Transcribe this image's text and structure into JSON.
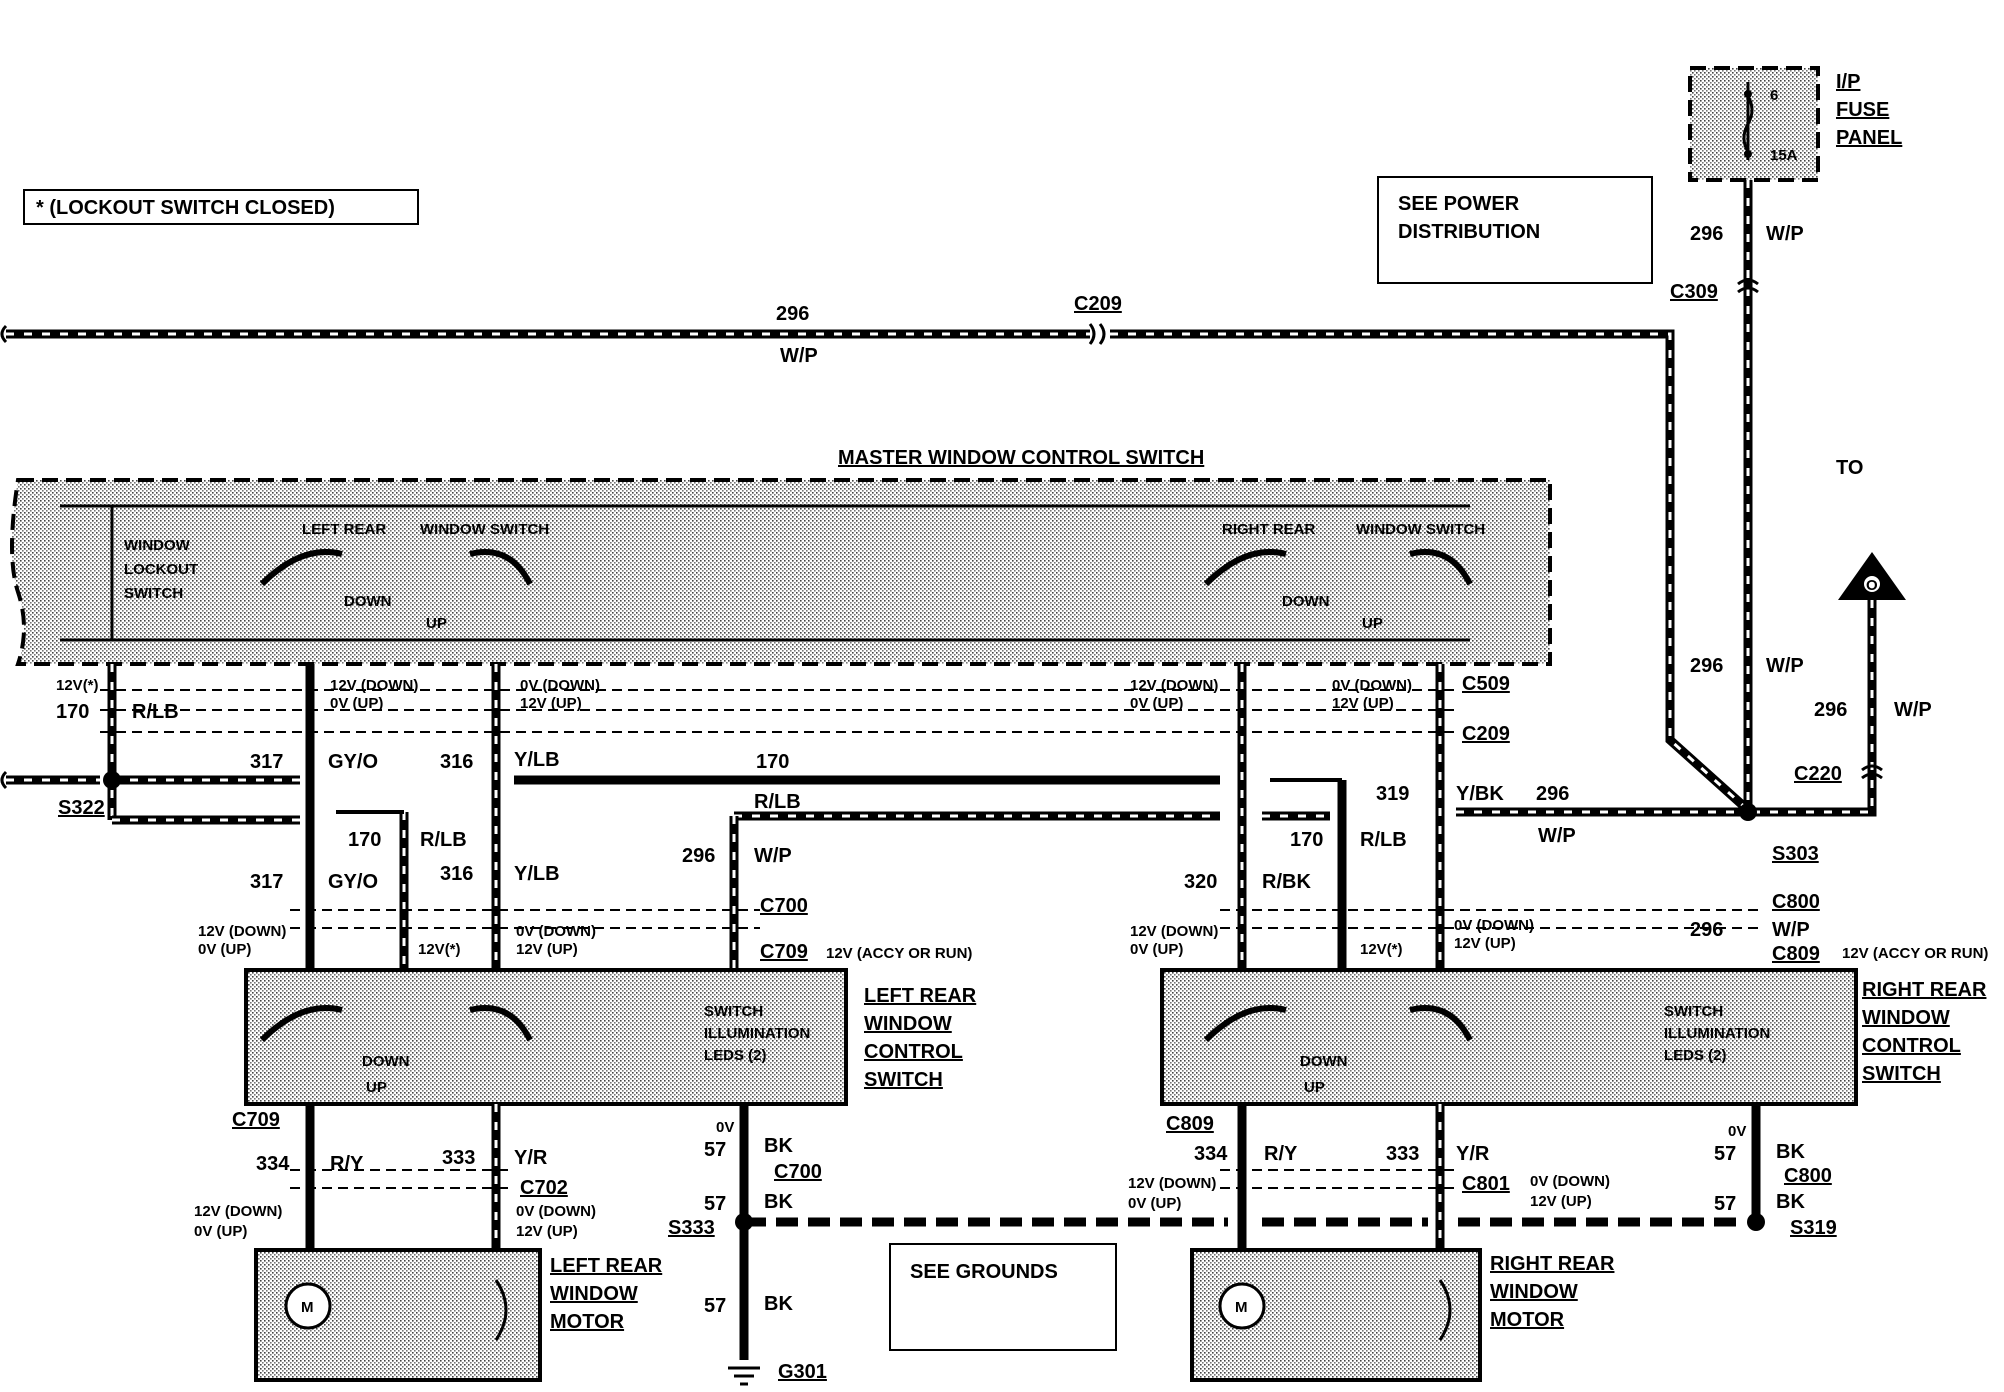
{
  "lockout_note": "*  (LOCKOUT SWITCH CLOSED)",
  "power_note": {
    "line1": "SEE POWER",
    "line2": "DISTRIBUTION"
  },
  "grounds_note": "SEE GROUNDS",
  "fuse_panel": {
    "line1": "I/P",
    "line2": "FUSE",
    "line3": "PANEL",
    "fuse_number": "6",
    "fuse_rating": "15A"
  },
  "to_label": "TO",
  "ref_symbol": "O",
  "master_switch": {
    "title": "MASTER WINDOW CONTROL SWITCH",
    "lockout_l1": "WINDOW",
    "lockout_l2": "LOCKOUT",
    "lockout_l3": "SWITCH",
    "left_rear": "LEFT REAR",
    "right_rear": "RIGHT REAR",
    "window_switch": "WINDOW SWITCH",
    "down": "DOWN",
    "up": "UP"
  },
  "left_switch": {
    "l1": "LEFT REAR",
    "l2": "WINDOW",
    "l3": "CONTROL",
    "l4": "SWITCH",
    "illum1": "SWITCH",
    "illum2": "ILLUMINATION",
    "illum3": "LEDS (2)",
    "down": "DOWN",
    "up": "UP"
  },
  "right_switch": {
    "l1": "RIGHT REAR",
    "l2": "WINDOW",
    "l3": "CONTROL",
    "l4": "SWITCH",
    "illum1": "SWITCH",
    "illum2": "ILLUMINATION",
    "illum3": "LEDS (2)",
    "down": "DOWN",
    "up": "UP"
  },
  "left_motor": {
    "l1": "LEFT REAR",
    "l2": "WINDOW",
    "l3": "MOTOR",
    "symbol": "M"
  },
  "right_motor": {
    "l1": "RIGHT REAR",
    "l2": "WINDOW",
    "l3": "MOTOR",
    "symbol": "M"
  },
  "connectors": {
    "c209": "C209",
    "c309": "C309",
    "c509": "C509",
    "c220": "C220",
    "c700": "C700",
    "c709": "C709",
    "c702": "C702",
    "c800": "C800",
    "c809": "C809",
    "c801": "C801",
    "s322": "S322",
    "s303": "S303",
    "s333": "S333",
    "s319": "S319",
    "g301": "G301"
  },
  "circuits": {
    "n296": "296",
    "wp": "W/P",
    "n170": "170",
    "rlb": "R/LB",
    "n317": "317",
    "gyo": "GY/O",
    "n316": "316",
    "ylb": "Y/LB",
    "n319": "319",
    "ybk": "Y/BK",
    "n320": "320",
    "rbk": "R/BK",
    "n334": "334",
    "ry": "R/Y",
    "n333": "333",
    "yr": "Y/R",
    "n57": "57",
    "bk": "BK"
  },
  "voltages": {
    "v12star": "12V(*)",
    "v12down": "12V (DOWN)",
    "v0up": "0V (UP)",
    "v0down": "0V (DOWN)",
    "v12up": "12V (UP)",
    "v12accy": "12V (ACCY OR RUN)",
    "v0": "0V"
  }
}
